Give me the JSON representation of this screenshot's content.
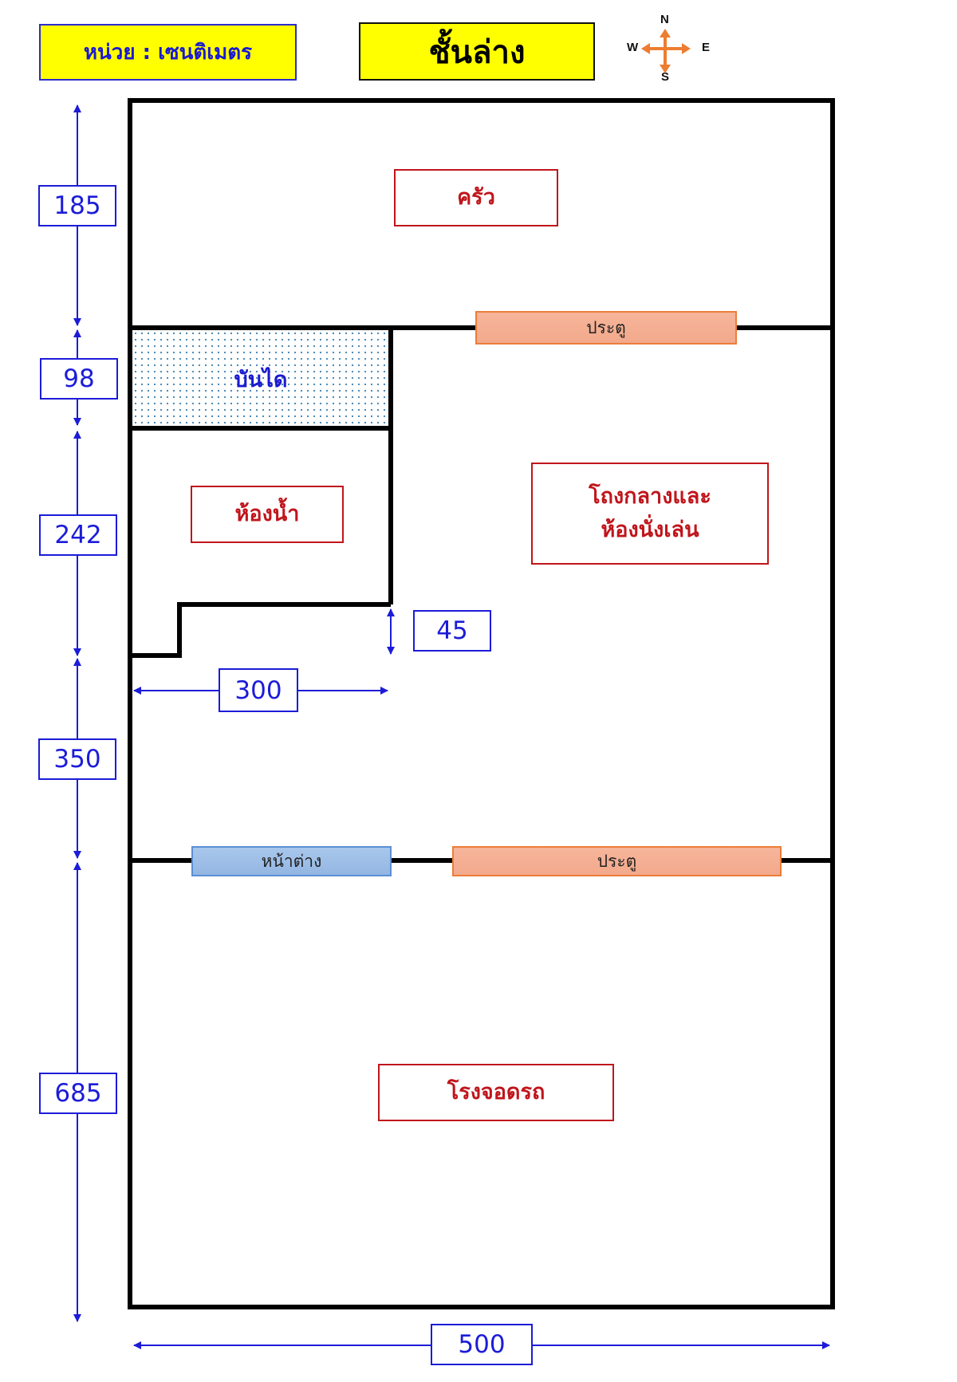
{
  "header": {
    "unit_label": "หน่วย : เซนติเมตร",
    "floor_title": "ชั้นล่าง"
  },
  "compass": {
    "north": "N",
    "south": "S",
    "east": "E",
    "west": "W",
    "arrow_color": "#ed7d31"
  },
  "rooms": {
    "kitchen": "ครัว",
    "stairs": "บันได",
    "bathroom": "ห้องน้ำ",
    "hall_line1": "โถงกลางและ",
    "hall_line2": "ห้องนั่งเล่น",
    "garage": "โรงจอดรถ"
  },
  "openings": {
    "door_upper": "ประตู",
    "window_lower": "หน้าต่าง",
    "door_lower": "ประตู"
  },
  "dimensions": {
    "vertical": [
      "185",
      "98",
      "242",
      "350",
      "685"
    ],
    "bathroom_step": "45",
    "bathroom_width": "300",
    "total_width": "500"
  },
  "colors": {
    "dimension": "#1c1cd8",
    "room_label": "#c0151b",
    "wall": "#000000",
    "door_fill": "#f4ae91",
    "window_fill": "#9dbde7",
    "header_fill": "#ffff00"
  }
}
